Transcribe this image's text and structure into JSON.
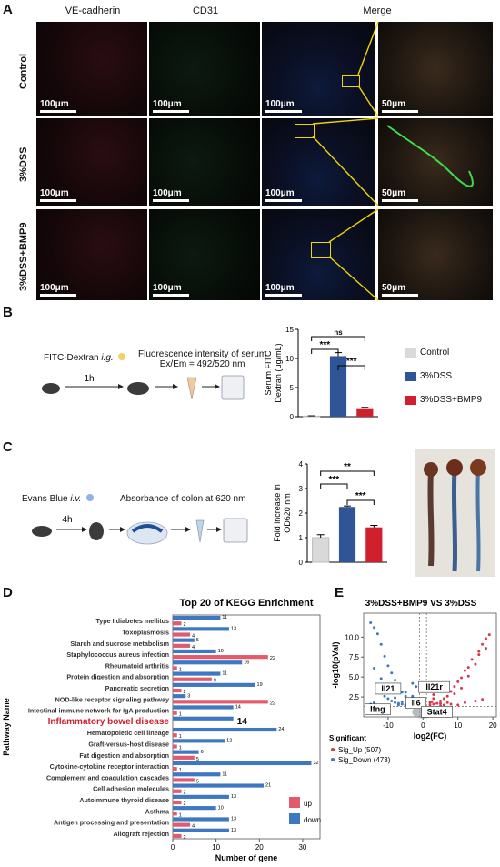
{
  "panels": {
    "a": {
      "letter": "A",
      "columns": [
        "VE-cadherin",
        "CD31",
        "Merge"
      ],
      "rows": [
        "Control",
        "3%DSS",
        "3%DSS+BMP9"
      ],
      "scale_main": "100μm",
      "scale_zoom": "50μm",
      "scale_zoom_row2": "50μm",
      "scale_zoom_row3": "50μm"
    },
    "b": {
      "letter": "B",
      "treatment": "FITC-Dextran",
      "treatment_route": "i.g.",
      "time": "1h",
      "measure_line1": "Fluorescence intensity of serum",
      "measure_line2": "Ex/Em = 492/520 nm",
      "legend": [
        "Control",
        "3%DSS",
        "3%DSS+BMP9"
      ]
    },
    "c": {
      "letter": "C",
      "treatment": "Evans Blue",
      "treatment_route": "i.v.",
      "time": "4h",
      "measure": "Absorbance of colon at 620 nm"
    },
    "d": {
      "letter": "D"
    },
    "e": {
      "letter": "E"
    }
  },
  "colors": {
    "control": "#d9d9d9",
    "dss": "#2f5597",
    "bmp9": "#d0202e",
    "kegg_up": "#e35b6b",
    "kegg_down": "#3f78c2",
    "highlight": "#d0202e",
    "zoom_box": "#f1d400"
  },
  "chart_data": [
    {
      "type": "bar",
      "panel": "B",
      "categories": [
        "Control",
        "3%DSS",
        "3%DSS+BMP9"
      ],
      "values": [
        0.1,
        10.4,
        1.3
      ],
      "errors": [
        0.05,
        0.6,
        0.3
      ],
      "ylabel": "Serum FITC Dextran (μg/mL)",
      "ylim": [
        0,
        15
      ],
      "yticks": [
        0,
        5,
        10,
        15
      ],
      "significance": [
        {
          "pair": [
            0,
            1
          ],
          "label": "***"
        },
        {
          "pair": [
            1,
            2
          ],
          "label": "***"
        },
        {
          "pair": [
            0,
            2
          ],
          "label": "ns"
        }
      ]
    },
    {
      "type": "bar",
      "panel": "C",
      "categories": [
        "Control",
        "3%DSS",
        "3%DSS+BMP9"
      ],
      "values": [
        1.0,
        2.25,
        1.42
      ],
      "errors": [
        0.12,
        0.04,
        0.08
      ],
      "ylabel": "Fold increase in OD620 nm",
      "ylim": [
        0,
        4
      ],
      "yticks": [
        0,
        1,
        2,
        3,
        4
      ],
      "significance": [
        {
          "pair": [
            0,
            1
          ],
          "label": "***"
        },
        {
          "pair": [
            1,
            2
          ],
          "label": "***"
        },
        {
          "pair": [
            0,
            2
          ],
          "label": "**"
        }
      ]
    },
    {
      "type": "bar",
      "panel": "D",
      "orientation": "horizontal",
      "title": "Top 20 of KEGG Enrichment",
      "xlabel": "Number of gene",
      "ylabel": "Pathway Name",
      "xlim": [
        0,
        34
      ],
      "xticks": [
        0,
        10,
        20,
        30
      ],
      "highlight": "Inflammatory bowel disease",
      "highlight_label": "14",
      "categories": [
        "Type I diabetes mellitus",
        "Toxoplasmosis",
        "Starch and sucrose metabolism",
        "Staphylococcus aureus infection",
        "Rheumatoid arthritis",
        "Protein digestion and absorption",
        "Pancreatic secretion",
        "NOD-like receptor signaling pathway",
        "Intestinal immune network for IgA production",
        "Inflammatory bowel disease",
        "Hematopoietic cell lineage",
        "Graft-versus-host disease",
        "Fat digestion and absorption",
        "Cytokine-cytokine receptor interaction",
        "Complement and coagulation cascades",
        "Cell adhesion molecules",
        "Autoimmune thyroid disease",
        "Asthma",
        "Antigen processing and presentation",
        "Allograft rejection"
      ],
      "series": [
        {
          "name": "up",
          "values": [
            2,
            4,
            4,
            22,
            1,
            9,
            2,
            22,
            1,
            0,
            1,
            1,
            5,
            1,
            5,
            2,
            2,
            1,
            4,
            2
          ]
        },
        {
          "name": "down",
          "values": [
            11,
            13,
            5,
            10,
            16,
            11,
            19,
            3,
            14,
            14,
            24,
            12,
            6,
            32,
            11,
            21,
            13,
            10,
            13,
            13
          ]
        }
      ],
      "up_labels": [
        "2",
        "4",
        "4",
        "22",
        "1",
        "9",
        "2",
        "22",
        "1",
        "",
        "1",
        "1",
        "5",
        "1",
        "5",
        "2",
        "2",
        "1",
        "4",
        "2"
      ],
      "down_labels": [
        "11",
        "13",
        "5",
        "10",
        "16",
        "11",
        "19",
        "3",
        "14",
        "",
        "24",
        "12",
        "6",
        "32",
        "11",
        "21",
        "13",
        "10",
        "13",
        "13"
      ],
      "legend": [
        "up",
        "down"
      ]
    },
    {
      "type": "scatter",
      "panel": "E",
      "title": "3%DSS+BMP9 VS 3%DSS",
      "xlabel": "log2(FC)",
      "ylabel": "-log10(pVal)",
      "xlim": [
        -17,
        21
      ],
      "ylim": [
        0,
        13
      ],
      "xticks": [
        -10,
        0,
        10,
        20
      ],
      "yticks": [
        2.5,
        5.0,
        7.5,
        10.0
      ],
      "legend_title": "Significant",
      "series": [
        {
          "name": "Sig_Up (507)",
          "x": [
            14,
            16,
            18,
            17,
            15,
            19,
            12,
            13,
            10,
            9,
            11,
            8,
            7,
            6,
            5,
            4,
            3.5,
            3,
            2.5,
            2,
            2,
            3,
            4,
            5,
            6,
            8,
            10,
            12,
            15,
            17,
            18,
            16,
            13,
            11,
            9,
            7,
            5,
            4,
            3
          ],
          "y": [
            7.2,
            7.8,
            9.8,
            9.1,
            6.6,
            10.3,
            5.8,
            5.1,
            4.4,
            3.8,
            4.9,
            3.2,
            2.6,
            2.3,
            2.0,
            1.7,
            3.5,
            1.6,
            1.9,
            1.5,
            1.8,
            2.8,
            3.2,
            1.4,
            1.5,
            1.6,
            1.5,
            1.8,
            2.0,
            2.2,
            8.6,
            8.2,
            6.2,
            3.6,
            2.9,
            1.8,
            1.7,
            4.1,
            2.3
          ]
        },
        {
          "name": "Sig_Down (473)",
          "x": [
            -15,
            -14,
            -13,
            -12,
            -11,
            -10,
            -9,
            -8,
            -7,
            -6,
            -5,
            -4,
            -3,
            -2.5,
            -2,
            -2,
            -3,
            -4,
            -5,
            -6,
            -7,
            -8,
            -9,
            -10,
            -11,
            -12,
            -13,
            -14,
            -15,
            -16,
            -14,
            -12,
            -10,
            -8,
            -6,
            -4,
            -3,
            -5,
            -7
          ],
          "y": [
            11.8,
            11.2,
            10.4,
            9.1,
            7.6,
            6.4,
            5.5,
            4.6,
            3.7,
            3.1,
            2.6,
            2.2,
            1.9,
            1.6,
            1.5,
            3.8,
            4.2,
            1.6,
            1.5,
            1.6,
            1.7,
            1.8,
            2.0,
            2.3,
            2.6,
            3.0,
            3.4,
            1.8,
            1.6,
            1.5,
            6.1,
            4.8,
            3.3,
            2.4,
            1.9,
            1.5,
            2.6,
            3.1,
            1.5
          ]
        }
      ],
      "labels": [
        {
          "text": "Il21",
          "x": -10,
          "y": 3.2
        },
        {
          "text": "Il21r",
          "x": 3.2,
          "y": 3.4
        },
        {
          "text": "Il6",
          "x": -2,
          "y": 1.4
        },
        {
          "text": "Ifng",
          "x": -13,
          "y": 0.6
        },
        {
          "text": "Stat4",
          "x": 4.0,
          "y": 0.3
        }
      ]
    }
  ]
}
